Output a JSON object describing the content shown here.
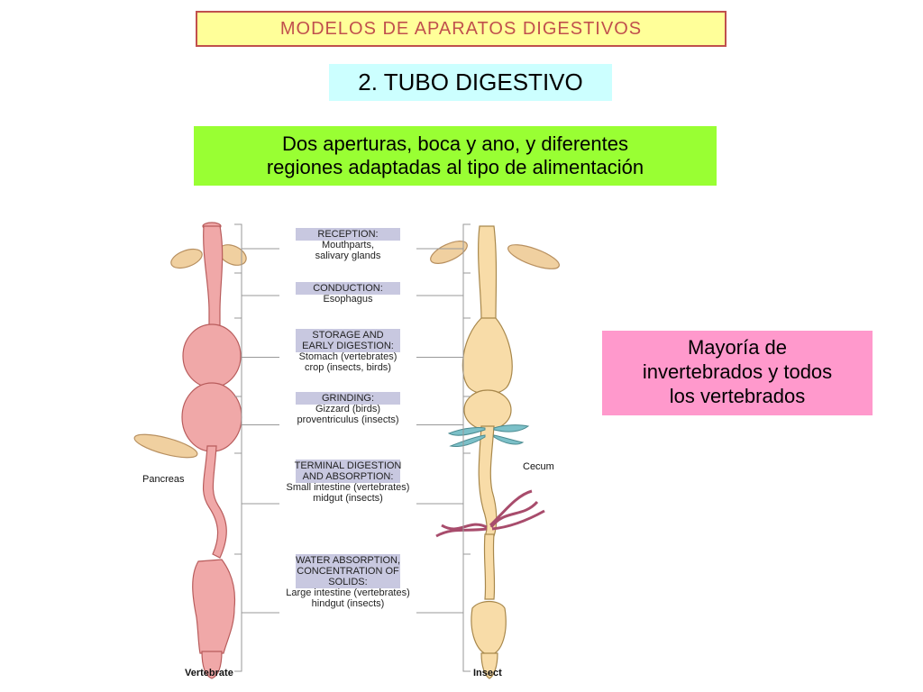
{
  "header": {
    "text": "MODELOS DE APARATOS DIGESTIVOS"
  },
  "title": {
    "text": "2. TUBO DIGESTIVO"
  },
  "description": {
    "line1": "Dos aperturas, boca y ano, y diferentes",
    "line2": "regiones adaptadas al tipo de alimentación"
  },
  "invertebrates_note": {
    "line1": "Mayoría de",
    "line2": "invertebrados y todos",
    "line3": "los vertebrados"
  },
  "figure": {
    "regions": [
      {
        "header": [
          "RECEPTION:"
        ],
        "sub": [
          "Mouthparts,",
          "salivary glands"
        ]
      },
      {
        "header": [
          "CONDUCTION:"
        ],
        "sub": [
          "Esophagus"
        ]
      },
      {
        "header": [
          "STORAGE AND",
          "EARLY DIGESTION:"
        ],
        "sub": [
          "Stomach (vertebrates)",
          "crop (insects, birds)"
        ]
      },
      {
        "header": [
          "GRINDING:"
        ],
        "sub": [
          "Gizzard (birds)",
          "proventriculus (insects)"
        ]
      },
      {
        "header": [
          "TERMINAL DIGESTION",
          "AND ABSORPTION:"
        ],
        "sub": [
          "Small intestine (vertebrates)",
          "midgut (insects)"
        ]
      },
      {
        "header": [
          "WATER ABSORPTION,",
          "CONCENTRATION OF",
          "SOLIDS:"
        ],
        "sub": [
          "Large intestine (vertebrates)",
          "hindgut (insects)"
        ]
      }
    ],
    "pancreas_label": "Pancreas",
    "cecum_label": "Cecum",
    "vertebrate_label": "Vertebrate",
    "insect_label": "Insect",
    "colors": {
      "vertebrate_tube": "#f0a8a8",
      "vertebrate_outline": "#b85c5c",
      "insect_tube": "#f8dca8",
      "insect_outline": "#a8884c",
      "gland": "#f0d0a0",
      "cecum": "#7cc0c8",
      "malpighian": "#a84c6c",
      "label_bg": "#c8c8e0",
      "bracket": "#999999"
    }
  }
}
